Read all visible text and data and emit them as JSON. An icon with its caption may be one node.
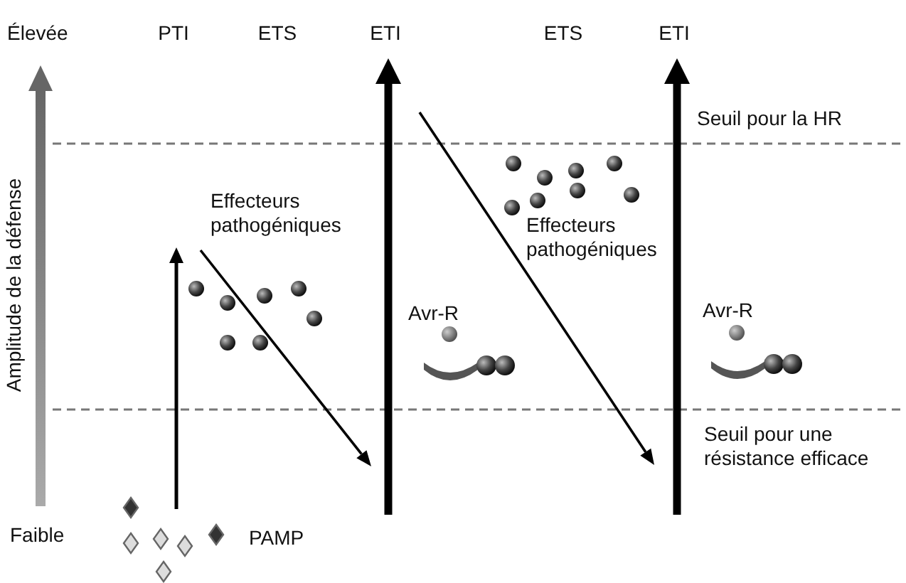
{
  "diagram": {
    "labels": [
      "Élevée",
      "PTI",
      "ETS",
      "ETI",
      "ETS",
      "ETI",
      "Amplitude de la défense",
      "Seuil pour la HR",
      "Effecteurs pathogéniques",
      "Effecteurs pathogéniques",
      "Avr-R",
      "Avr-R",
      "Seuil pour une résistance efficace",
      "Faible",
      "PAMP"
    ]
  }
}
